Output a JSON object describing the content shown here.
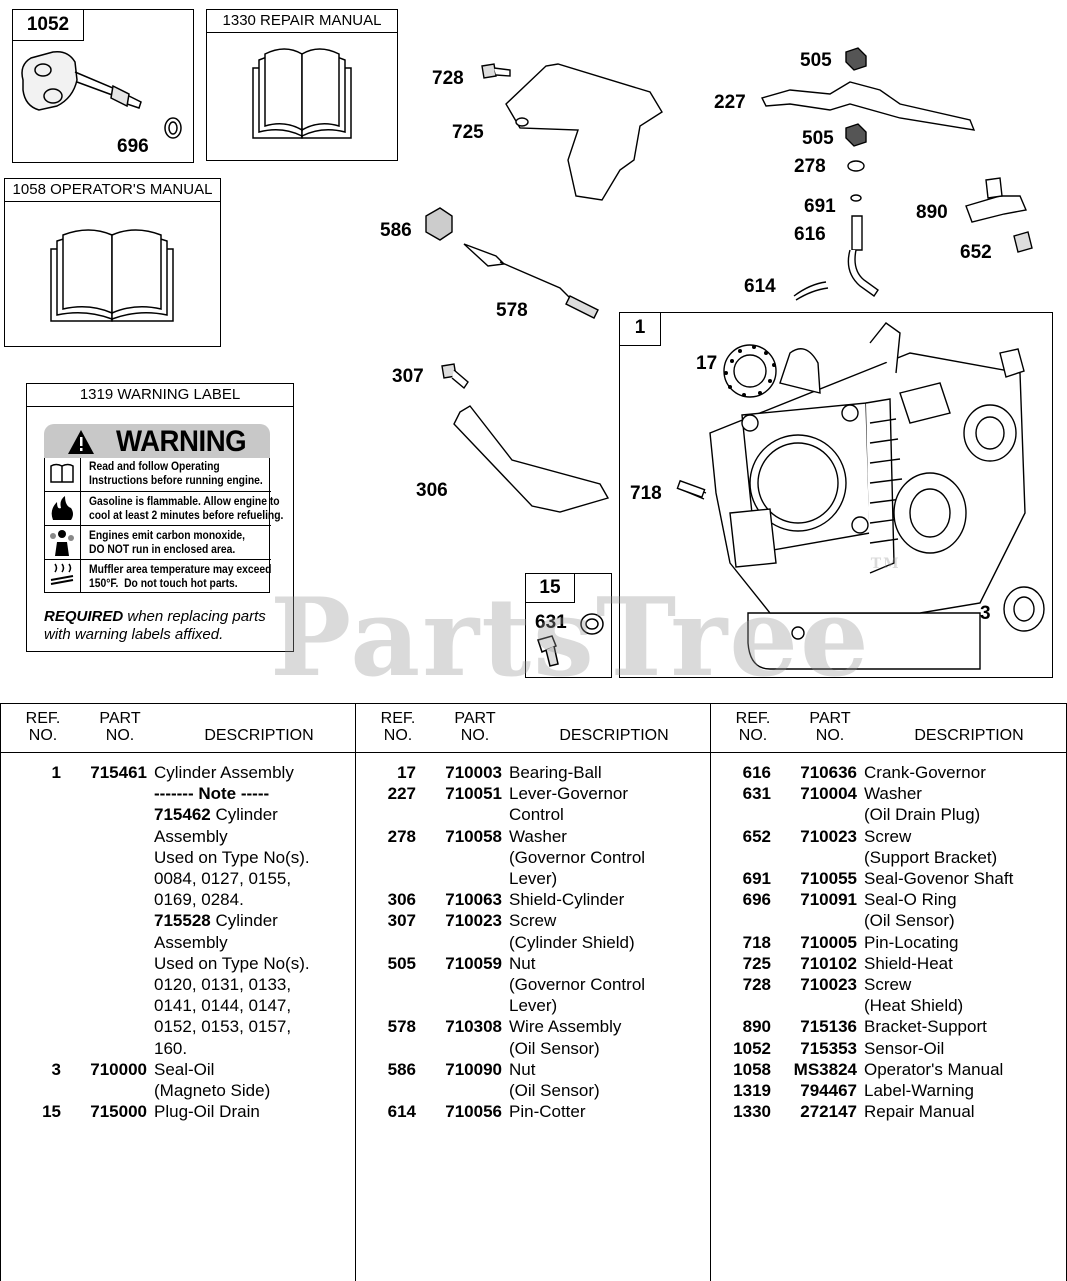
{
  "watermark": "PartsTree",
  "watermark_tm": "TM",
  "boxes": {
    "sensor": {
      "number": "1052",
      "part_callout": "696"
    },
    "repair_manual": {
      "title": "1330 REPAIR MANUAL"
    },
    "operators_manual": {
      "title": "1058 OPERATOR'S MANUAL"
    },
    "warning_label": {
      "title": "1319 WARNING LABEL",
      "warning_word": "WARNING",
      "lines": [
        "Read and follow Operating\nInstructions before running engine.",
        "Gasoline is flammable. Allow engine to\ncool at least 2 minutes before refueling.",
        "Engines emit carbon monoxide,\nDO NOT run in enclosed area.",
        "Muffler area temperature may exceed\n150°F.  Do not touch hot parts."
      ],
      "required_bold": "REQUIRED",
      "required_rest": " when replacing parts",
      "required_line2": "with warning labels affixed."
    },
    "plug": {
      "number": "15",
      "part_callout": "631"
    },
    "cylinder": {
      "number": "1",
      "callouts": {
        "bearing": "17",
        "pin": "718",
        "seal": "3"
      }
    }
  },
  "callouts": {
    "c728": "728",
    "c725": "725",
    "c505a": "505",
    "c227": "227",
    "c505b": "505",
    "c278": "278",
    "c691": "691",
    "c616": "616",
    "c890": "890",
    "c652": "652",
    "c614": "614",
    "c586": "586",
    "c578": "578",
    "c307": "307",
    "c306": "306"
  },
  "table": {
    "headers": {
      "ref1": "REF.",
      "ref2": "NO.",
      "part1": "PART",
      "part2": "NO.",
      "desc": "DESCRIPTION"
    },
    "columns": [
      [
        {
          "ref": "1",
          "part": "715461",
          "desc": "Cylinder Assembly"
        },
        {
          "ref": "",
          "part": "",
          "desc": "------- Note -----",
          "bold": true
        },
        {
          "ref": "",
          "part": "",
          "desc_bold": "715462",
          "desc": " Cylinder"
        },
        {
          "ref": "",
          "part": "",
          "desc": "Assembly"
        },
        {
          "ref": "",
          "part": "",
          "desc": "Used on Type No(s)."
        },
        {
          "ref": "",
          "part": "",
          "desc": "0084, 0127, 0155,"
        },
        {
          "ref": "",
          "part": "",
          "desc": "0169, 0284."
        },
        {
          "ref": "",
          "part": "",
          "desc_bold": "715528",
          "desc": " Cylinder"
        },
        {
          "ref": "",
          "part": "",
          "desc": "Assembly"
        },
        {
          "ref": "",
          "part": "",
          "desc": "Used on Type No(s)."
        },
        {
          "ref": "",
          "part": "",
          "desc": "0120, 0131, 0133,"
        },
        {
          "ref": "",
          "part": "",
          "desc": "0141, 0144, 0147,"
        },
        {
          "ref": "",
          "part": "",
          "desc": "0152, 0153, 0157,"
        },
        {
          "ref": "",
          "part": "",
          "desc": "160."
        },
        {
          "ref": "3",
          "part": "710000",
          "desc": "Seal-Oil"
        },
        {
          "ref": "",
          "part": "",
          "desc": "(Magneto Side)"
        },
        {
          "ref": "15",
          "part": "715000",
          "desc": "Plug-Oil Drain"
        }
      ],
      [
        {
          "ref": "17",
          "part": "710003",
          "desc": "Bearing-Ball"
        },
        {
          "ref": "227",
          "part": "710051",
          "desc": "Lever-Governor"
        },
        {
          "ref": "",
          "part": "",
          "desc": "Control"
        },
        {
          "ref": "278",
          "part": "710058",
          "desc": "Washer"
        },
        {
          "ref": "",
          "part": "",
          "desc": "(Governor Control"
        },
        {
          "ref": "",
          "part": "",
          "desc": "Lever)"
        },
        {
          "ref": "306",
          "part": "710063",
          "desc": "Shield-Cylinder"
        },
        {
          "ref": "307",
          "part": "710023",
          "desc": "Screw"
        },
        {
          "ref": "",
          "part": "",
          "desc": "(Cylinder Shield)"
        },
        {
          "ref": "505",
          "part": "710059",
          "desc": "Nut"
        },
        {
          "ref": "",
          "part": "",
          "desc": "(Governor Control"
        },
        {
          "ref": "",
          "part": "",
          "desc": "Lever)"
        },
        {
          "ref": "578",
          "part": "710308",
          "desc": "Wire Assembly"
        },
        {
          "ref": "",
          "part": "",
          "desc": "(Oil Sensor)"
        },
        {
          "ref": "586",
          "part": "710090",
          "desc": "Nut"
        },
        {
          "ref": "",
          "part": "",
          "desc": "(Oil Sensor)"
        },
        {
          "ref": "614",
          "part": "710056",
          "desc": "Pin-Cotter"
        }
      ],
      [
        {
          "ref": "616",
          "part": "710636",
          "desc": "Crank-Governor"
        },
        {
          "ref": "631",
          "part": "710004",
          "desc": "Washer"
        },
        {
          "ref": "",
          "part": "",
          "desc": "(Oil Drain Plug)"
        },
        {
          "ref": "652",
          "part": "710023",
          "desc": "Screw"
        },
        {
          "ref": "",
          "part": "",
          "desc": "(Support Bracket)"
        },
        {
          "ref": "691",
          "part": "710055",
          "desc": "Seal-Govenor Shaft"
        },
        {
          "ref": "696",
          "part": "710091",
          "desc": "Seal-O Ring"
        },
        {
          "ref": "",
          "part": "",
          "desc": "(Oil Sensor)"
        },
        {
          "ref": "718",
          "part": "710005",
          "desc": "Pin-Locating"
        },
        {
          "ref": "725",
          "part": "710102",
          "desc": "Shield-Heat"
        },
        {
          "ref": "728",
          "part": "710023",
          "desc": "Screw"
        },
        {
          "ref": "",
          "part": "",
          "desc": "(Heat Shield)"
        },
        {
          "ref": "890",
          "part": "715136",
          "desc": "Bracket-Support"
        },
        {
          "ref": "1052",
          "part": "715353",
          "desc": "Sensor-Oil"
        },
        {
          "ref": "1058",
          "part": "MS3824",
          "desc": "Operator's Manual"
        },
        {
          "ref": "1319",
          "part": "794467",
          "desc": "Label-Warning"
        },
        {
          "ref": "1330",
          "part": "272147",
          "desc": "Repair Manual"
        }
      ]
    ]
  }
}
